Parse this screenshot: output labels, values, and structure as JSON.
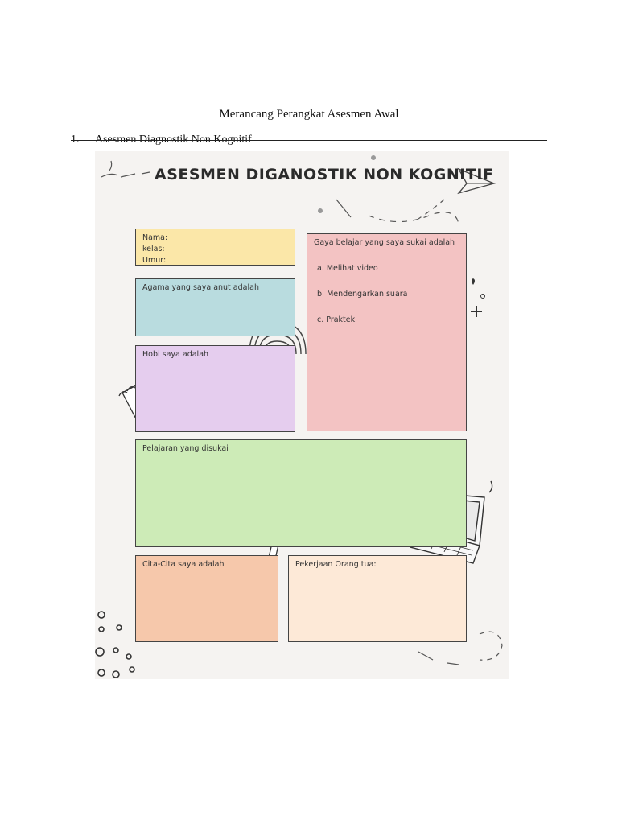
{
  "document": {
    "title": "Merancang Perangkat Asesmen Awal",
    "section": {
      "number": "1.",
      "text": "Asesmen Diagnostik Non Kognitif"
    }
  },
  "poster": {
    "title": "ASESMEN DIGANOSTIK NON KOGNITIF",
    "identity": {
      "nama": "Nama:",
      "kelas": "kelas:",
      "umur": "Umur:"
    },
    "agama": "Agama yang saya anut  adalah",
    "hobi": "Hobi saya adalah",
    "gaya_belajar": {
      "label": "Gaya belajar yang saya sukai adalah",
      "options": [
        "a. Melihat video",
        "b. Mendengarkan suara",
        "c. Praktek"
      ]
    },
    "pelajaran": "Pelajaran yang disukai",
    "cita_cita": "Cita-Cita saya adalah",
    "pekerjaan": "Pekerjaan Orang tua:",
    "colors": {
      "background": "#f5f3f1",
      "yellow": "#fbe7a8",
      "blue": "#b9dcdf",
      "purple": "#e5cdee",
      "pink": "#f3c3c3",
      "green": "#cdebb7",
      "orange": "#f6c8ab",
      "cream": "#fde9d7"
    },
    "icons": [
      "paper-plane-icon",
      "rainbow-icon",
      "notepad-icon",
      "laptop-icon",
      "pencil-icon",
      "sparkle-icon",
      "heart-icon",
      "circles-decoration"
    ]
  }
}
